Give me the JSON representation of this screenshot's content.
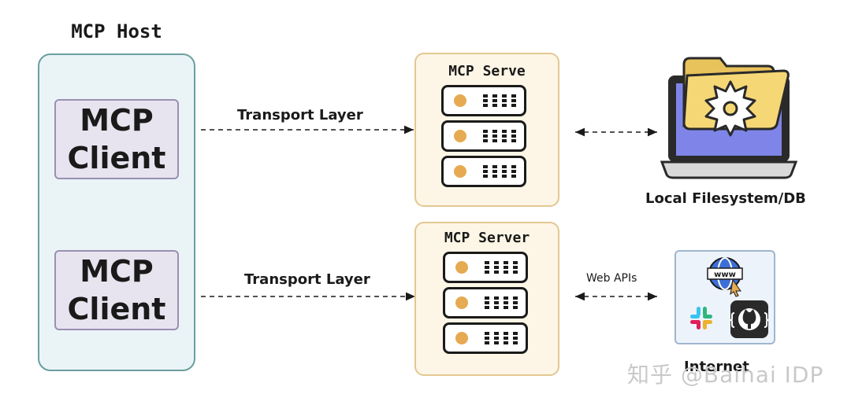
{
  "host": {
    "title": "MCP Host"
  },
  "clients": [
    {
      "line1": "MCP",
      "line2": "Client"
    },
    {
      "line1": "MCP",
      "line2": "Client"
    }
  ],
  "connections": [
    {
      "label": "Transport Layer"
    },
    {
      "label": "Transport Layer"
    }
  ],
  "servers": [
    {
      "title": "MCP Serve"
    },
    {
      "title": "MCP Server"
    }
  ],
  "local": {
    "caption": "Local Filesystem/DB"
  },
  "internet": {
    "edge_label": "Web APIs",
    "caption": "Internet"
  },
  "watermark": {
    "text": "知乎 @Baihai IDP"
  },
  "colors": {
    "host_fill": "#eaf4f7",
    "host_border": "#6b9ea0",
    "client_fill": "#e7e4ef",
    "client_border": "#9a8fb2",
    "server_fill": "#fdf6e6",
    "server_border": "#e2c891",
    "server_led": "#e6aa52",
    "folder": "#f6d775",
    "screen": "#7f85e8"
  },
  "icons": [
    "folder-gear-icon",
    "laptop-icon",
    "www-globe-icon",
    "slack-icon",
    "github-icon"
  ]
}
